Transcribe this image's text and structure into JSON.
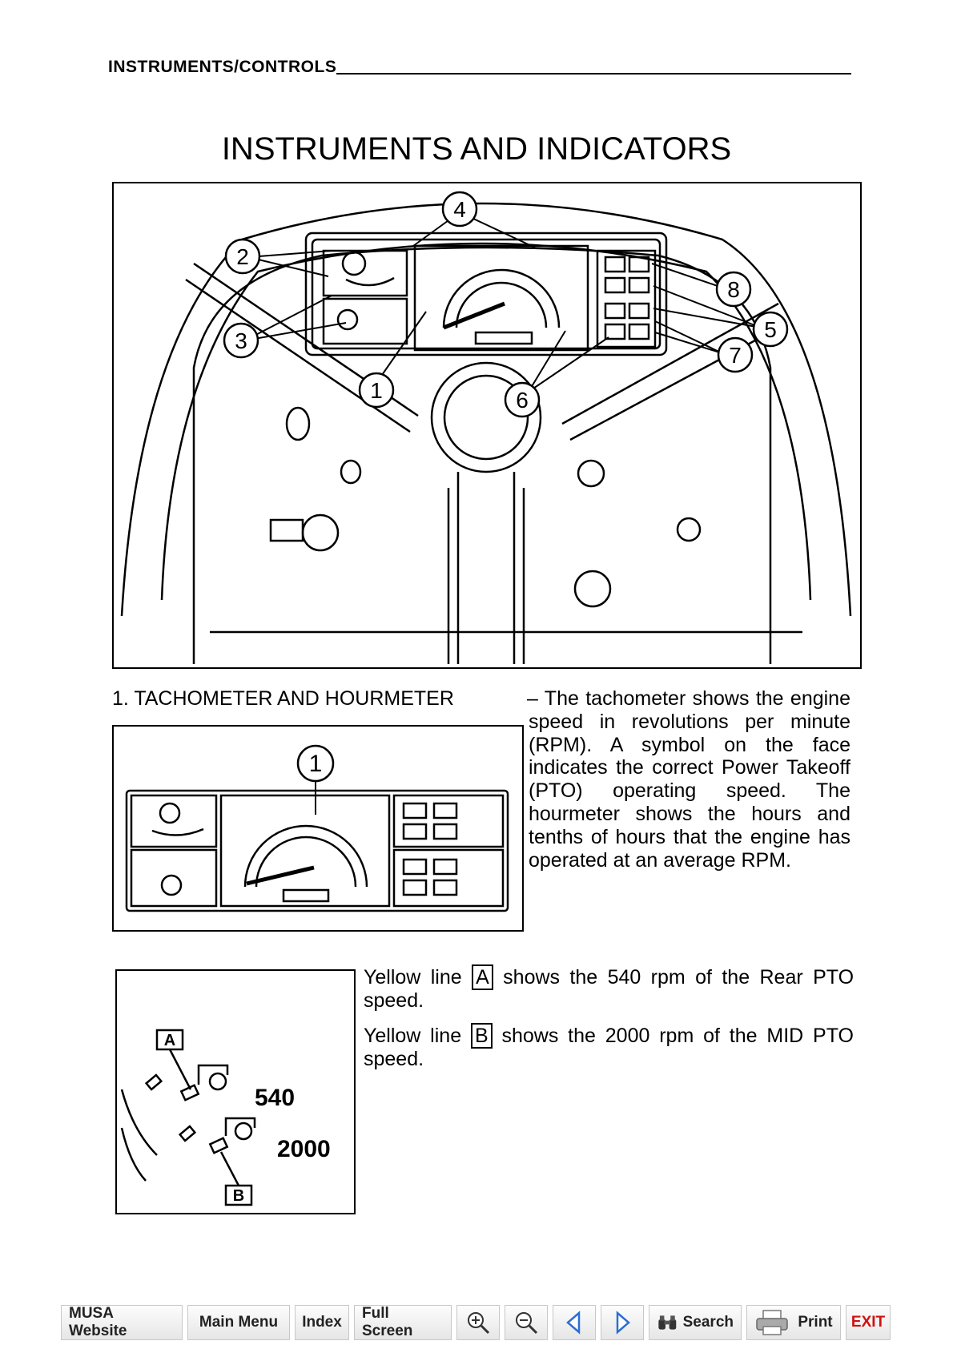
{
  "header": {
    "section": "INSTRUMENTS/CONTROLS"
  },
  "title": "INSTRUMENTS AND INDICATORS",
  "figure1": {
    "callouts": [
      "1",
      "2",
      "3",
      "4",
      "5",
      "6",
      "7",
      "8"
    ]
  },
  "section1": {
    "heading": "1. TACHOMETER AND HOURMETER",
    "text_right": "– The tachometer shows the engine speed in revolutions per minute (RPM). A symbol on the face indicates the correct Power Takeoff (PTO) operating speed. The hourmeter shows the hours and tenths of hours that the engine has operated at an average RPM.",
    "figure_callout": "1"
  },
  "pto": {
    "line_a_prefix": "Yellow line",
    "line_a_label": "A",
    "line_a_text": "shows the 540 rpm of the Rear PTO speed.",
    "line_b_prefix": "Yellow line",
    "line_b_label": "B",
    "line_b_text": "shows the 2000 rpm of the MID PTO speed.",
    "figure": {
      "label_a": "A",
      "label_b": "B",
      "speed_rear": "540",
      "speed_mid": "2000"
    }
  },
  "toolbar": {
    "musa": "MUSA Website",
    "main_menu": "Main Menu",
    "index": "Index",
    "full_screen": "Full Screen",
    "zoom_in_icon": "zoom-in-icon",
    "zoom_out_icon": "zoom-out-icon",
    "prev_icon": "prev-page-icon",
    "next_icon": "next-page-icon",
    "search": "Search",
    "print": "Print",
    "exit": "EXIT",
    "accent_exit": "#d01010",
    "accent_nav": "#2a6fd6"
  }
}
